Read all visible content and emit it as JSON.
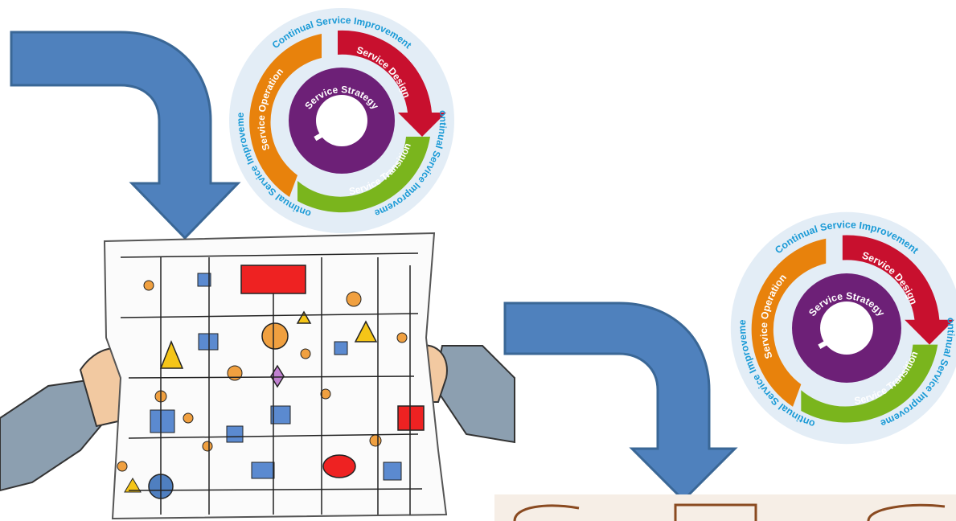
{
  "lifecycle_top": {
    "outer_ring": [
      "Continual Service Improvement",
      "Continual Service Improvement",
      "Continual Service Improvement"
    ],
    "segments": {
      "design": "Service Design",
      "transition": "Service Transition",
      "operation": "Service Operation",
      "strategy": "Service Strategy"
    }
  },
  "lifecycle_right": {
    "outer_ring": [
      "Continual Service Improvement",
      "Continual Service Improvement",
      "Continual Service Improvement"
    ],
    "segments": {
      "design": "Service Design",
      "transition": "Service Transition",
      "operation": "Service Operation",
      "strategy": "Service Strategy"
    }
  },
  "colors": {
    "arrow": "#4f81bd",
    "design": "#c8102e",
    "transition": "#7ab51d",
    "operation": "#e8820c",
    "strategy": "#6d2077",
    "csi_text": "#1a9ad6",
    "ring_bg": "#e3edf6"
  },
  "icons": [
    "curved-arrow-icon",
    "process-map-illustration",
    "hands-icon",
    "whiteboard-sketch"
  ]
}
